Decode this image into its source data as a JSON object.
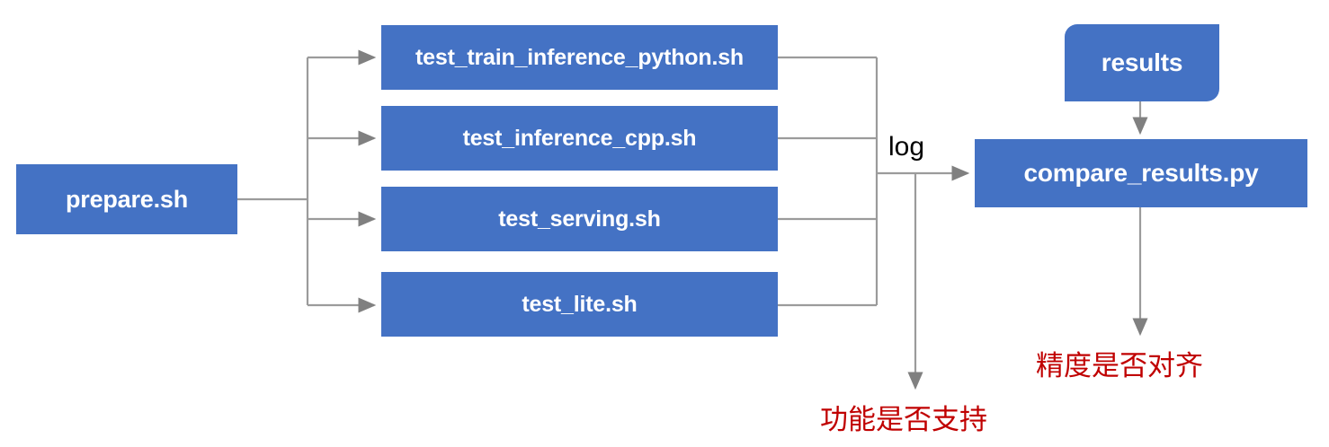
{
  "diagram": {
    "title": "paddle test tipc pipeline flowchart",
    "colors": {
      "node_fill": "#4472c4",
      "node_text": "#ffffff",
      "edge": "#9b9b9b",
      "annotation_red": "#c00000",
      "label_black": "#000000",
      "background": "#ffffff"
    },
    "nodes": {
      "prepare": "prepare.sh",
      "test_train_inference_python": "test_train_inference_python.sh",
      "test_inference_cpp": "test_inference_cpp.sh",
      "test_serving": "test_serving.sh",
      "test_lite": "test_lite.sh",
      "results": "results",
      "compare_results": "compare_results.py"
    },
    "edge_labels": {
      "log": "log"
    },
    "annotations": {
      "function_supported": "功能是否支持",
      "precision_aligned": "精度是否对齐"
    }
  }
}
